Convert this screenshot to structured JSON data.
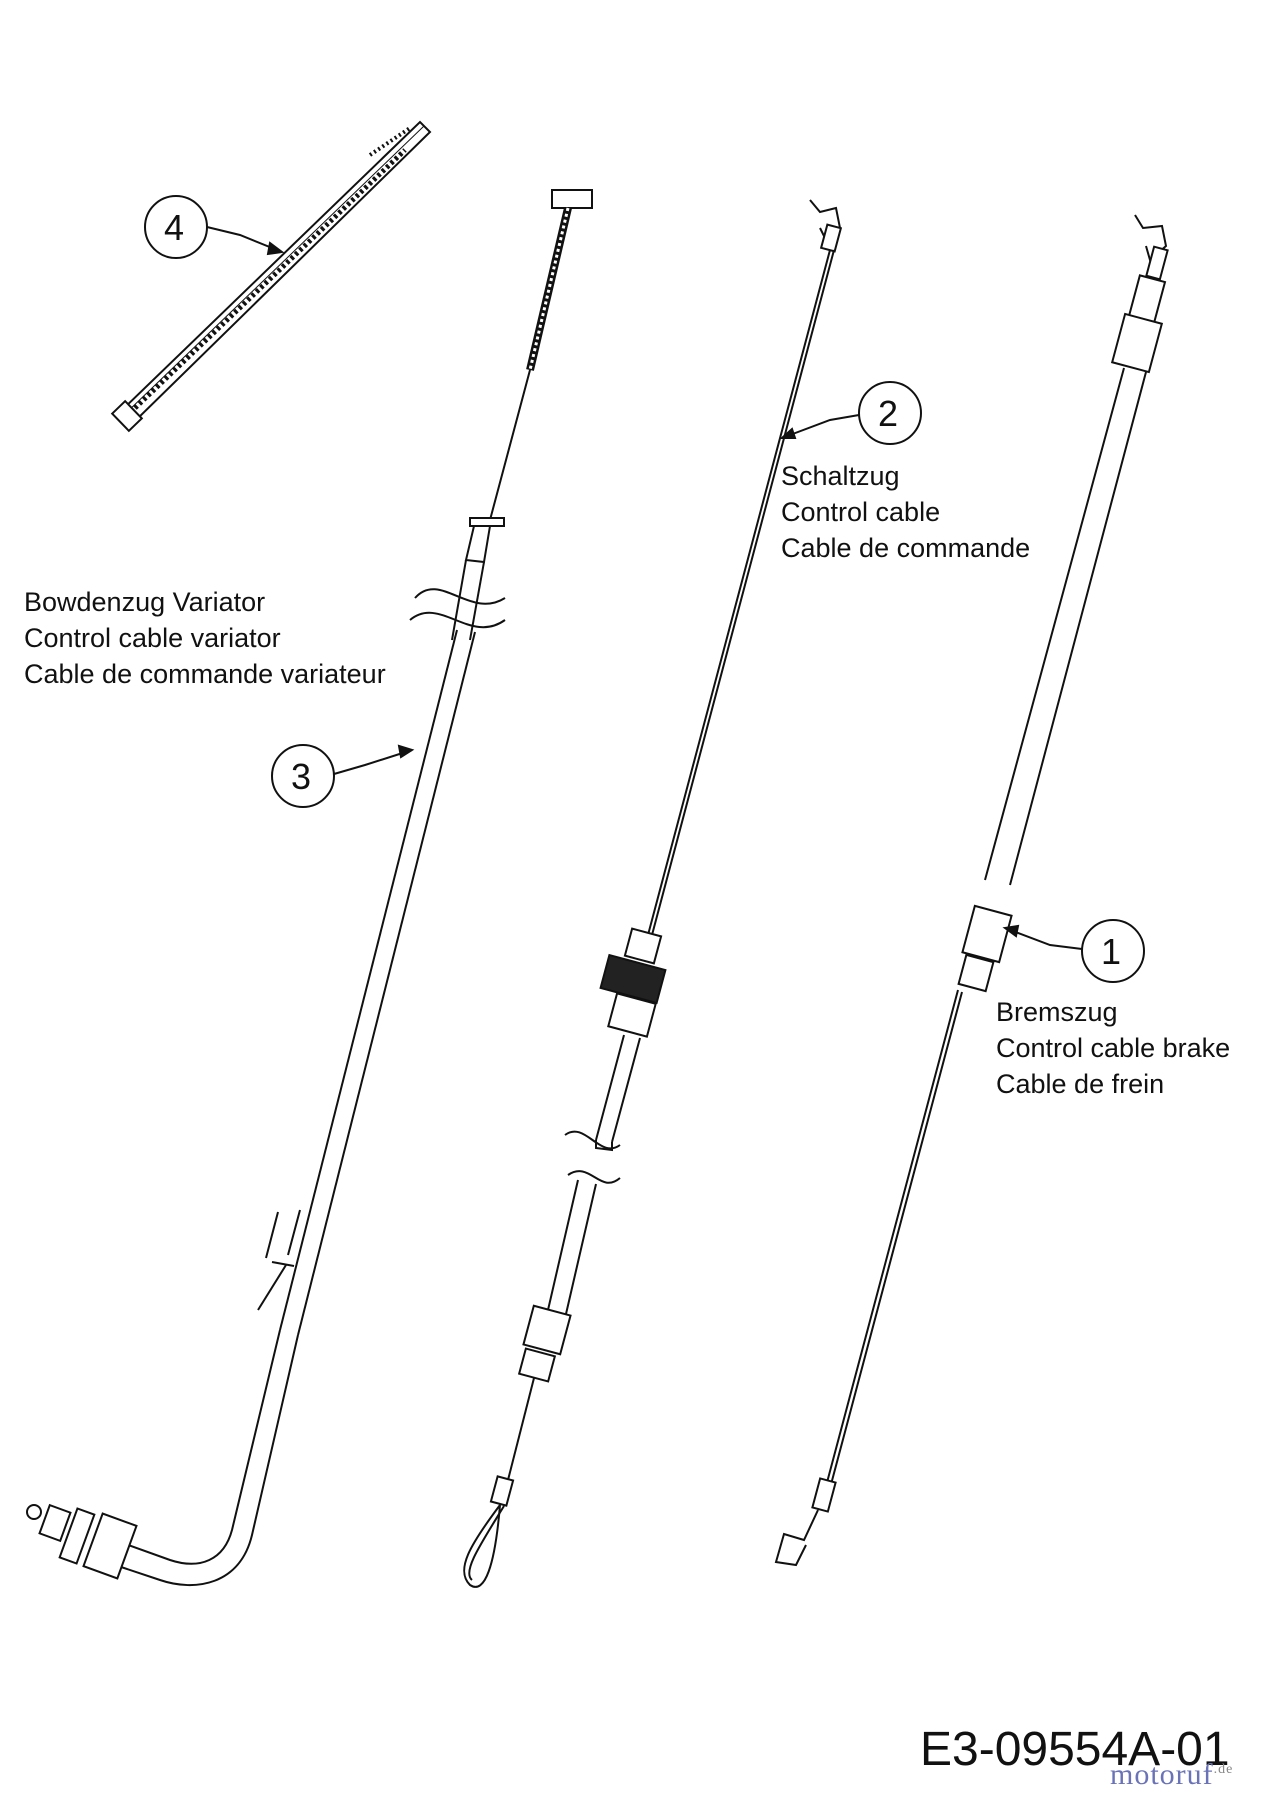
{
  "callouts": [
    {
      "number": "1",
      "lines": [
        "Bremszug",
        "Control cable brake",
        "Cable de frein"
      ]
    },
    {
      "number": "2",
      "lines": [
        "Schaltzug",
        "Control cable",
        "Cable de commande"
      ]
    },
    {
      "number": "3",
      "lines": [
        "Bowdenzug Variator",
        "Control cable variator",
        "Cable de commande variateur"
      ]
    },
    {
      "number": "4",
      "lines": []
    }
  ],
  "drawing_code": "E3-09554A-01",
  "watermark": {
    "main": "motoruf",
    "suffix": ".de"
  }
}
